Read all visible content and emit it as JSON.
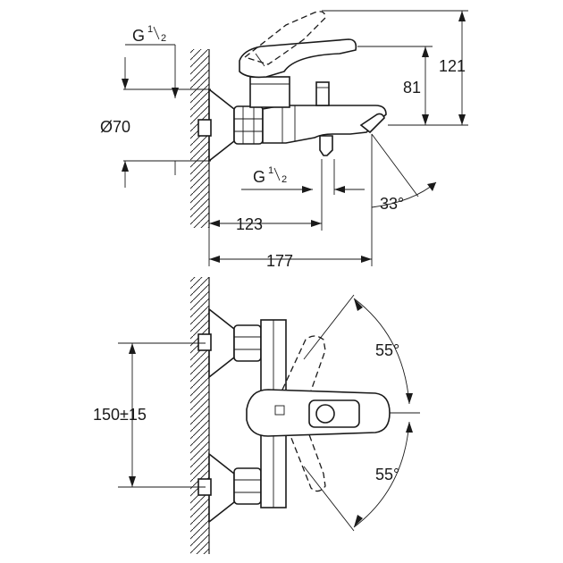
{
  "diagram": {
    "side_view": {
      "dim_thread_top": {
        "base": "G",
        "num": "1",
        "den": "2"
      },
      "dim_diameter": "Ø70",
      "dim_height_lever": "121",
      "dim_height_outlet": "81",
      "dim_thread_spout": {
        "base": "G",
        "num": "1",
        "den": "2"
      },
      "dim_angle_spout": "33°",
      "dim_depth_outlet": "123",
      "dim_depth_total": "177"
    },
    "top_view": {
      "dim_centers": "150±15",
      "dim_angle_up": "55°",
      "dim_angle_down": "55°"
    }
  }
}
